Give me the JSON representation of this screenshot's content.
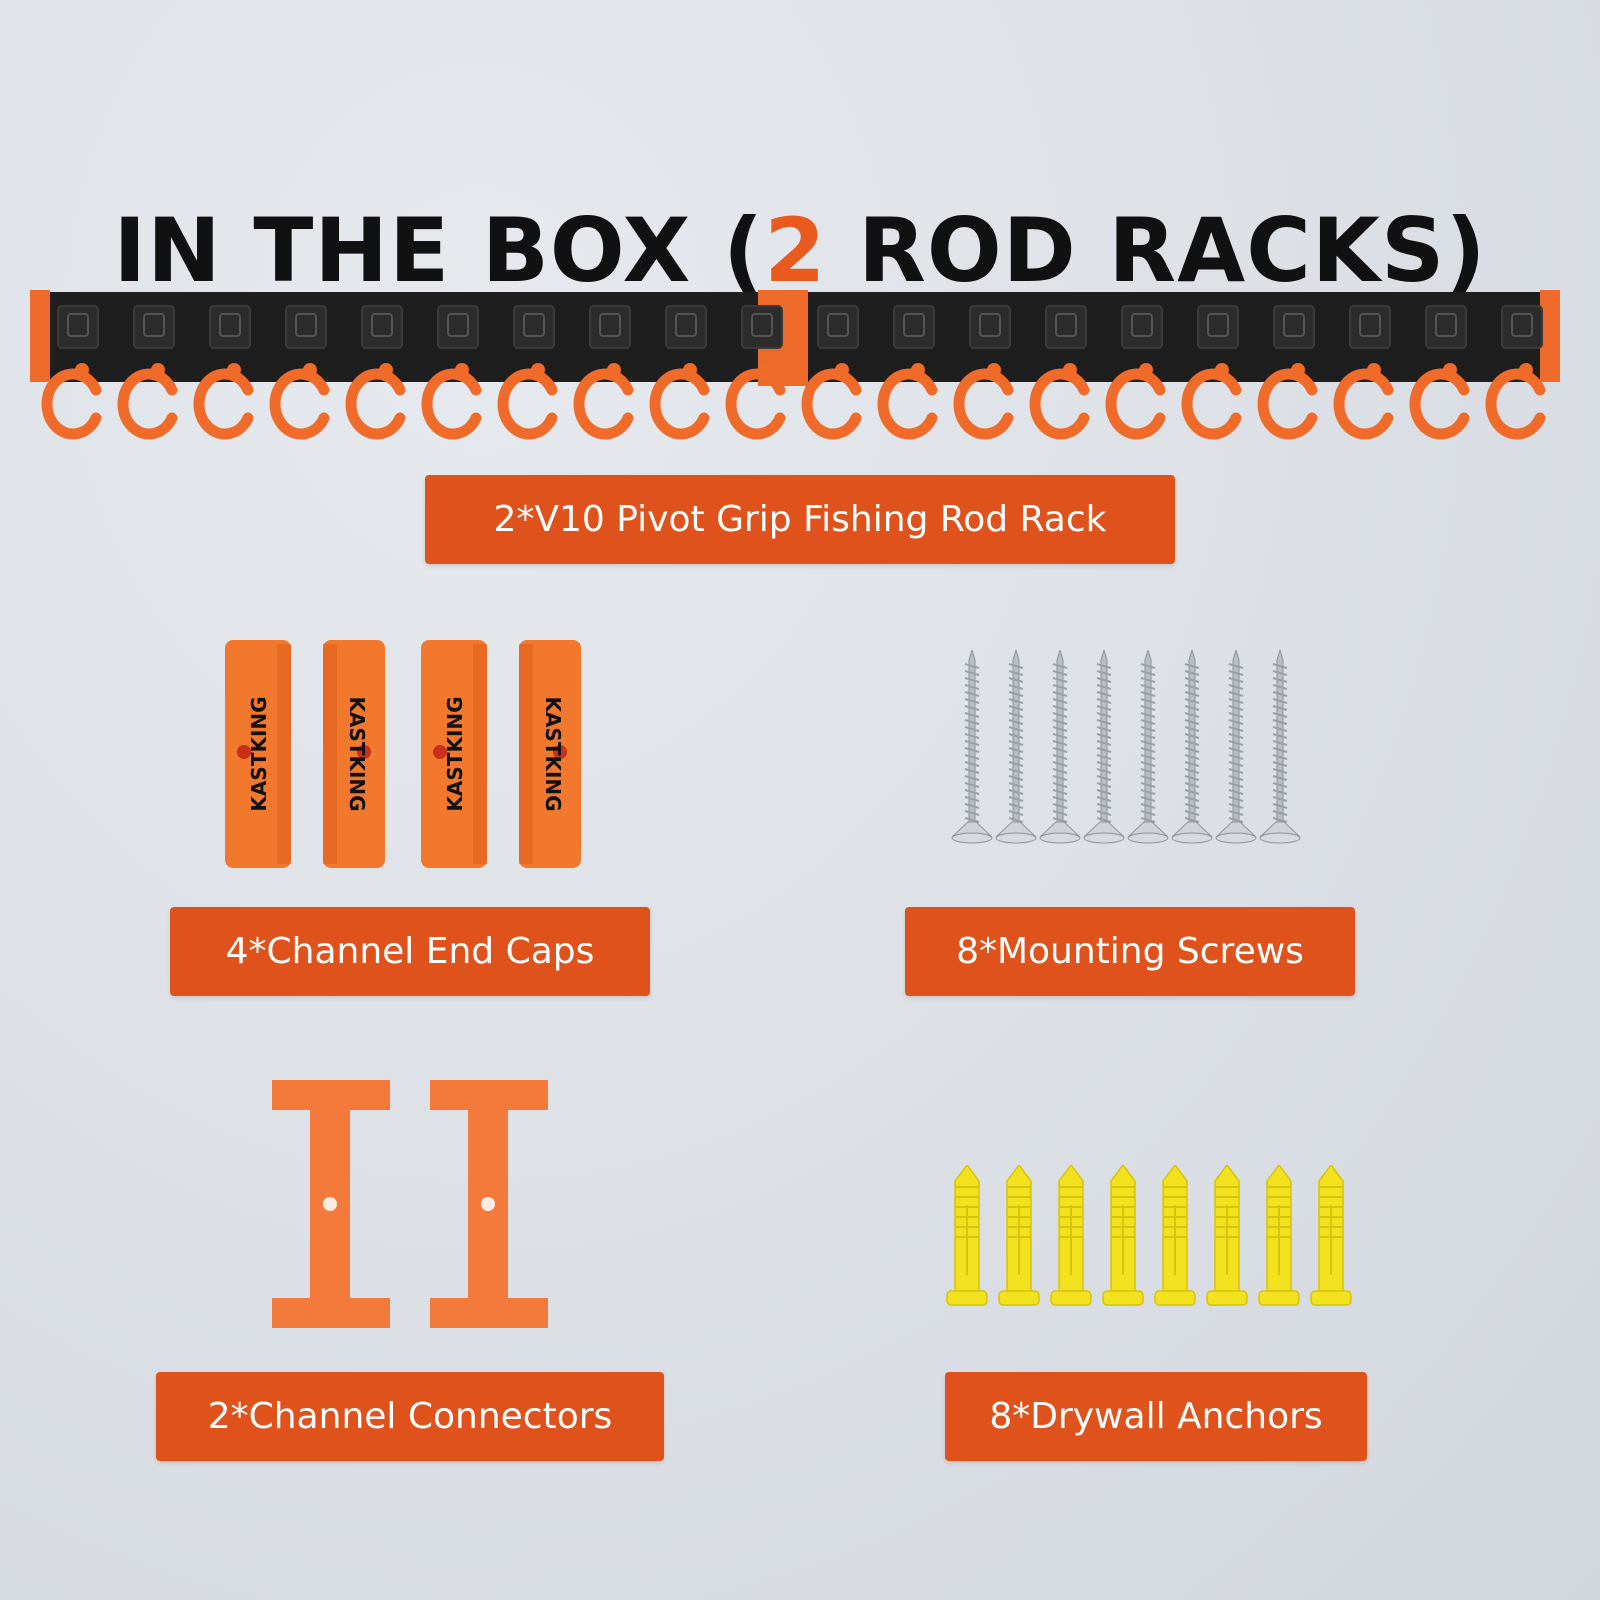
{
  "title": {
    "before": "IN THE BOX (",
    "accent": "2",
    "after": " ROD RACKS)"
  },
  "colors": {
    "accent": "#e85a1e",
    "label_bg": "#e0521c",
    "rack_bar": "#1e1e1e",
    "anchor_yellow": "#f2e11c",
    "screw_silver": "#c9cdd2"
  },
  "items": {
    "rod_rack": {
      "label": "2*V10 Pivot Grip Fishing Rod Rack"
    },
    "end_caps": {
      "label": "4*Channel End Caps",
      "brand": "KASTKING"
    },
    "screws": {
      "label": "8*Mounting Screws"
    },
    "connectors": {
      "label": "2*Channel Connectors"
    },
    "anchors": {
      "label": "8*Drywall Anchors"
    }
  }
}
